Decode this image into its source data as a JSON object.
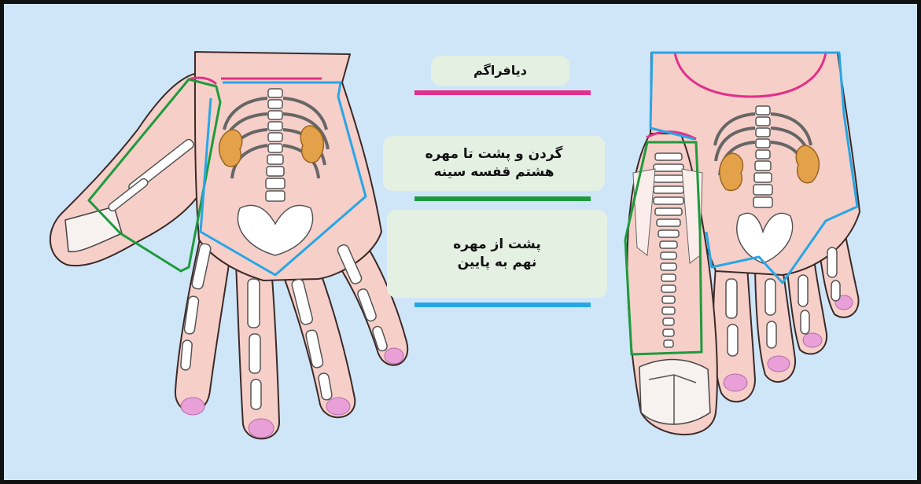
{
  "legend": [
    {
      "id": "diaphragm",
      "lines": [
        "دیافراگم"
      ],
      "color": "#e0308a"
    },
    {
      "id": "neck-back",
      "lines": [
        "گردن و پشت تا مهره",
        "هشتم  قفسه سینه"
      ],
      "color": "#1e9a3e"
    },
    {
      "id": "lower-back",
      "lines": [
        "پشت از مهره",
        "نهم به پایین"
      ],
      "color": "#27a6e6"
    }
  ],
  "colors": {
    "background": "#cfe6f8",
    "skin": "#f6cfc8",
    "skin_dark": "#efb5ac",
    "bone": "#ffffff",
    "bone_stroke": "#555555",
    "kidney": "#e3a24a",
    "nail": "#e9a0d8",
    "legend_box": "#e4f0e2"
  }
}
